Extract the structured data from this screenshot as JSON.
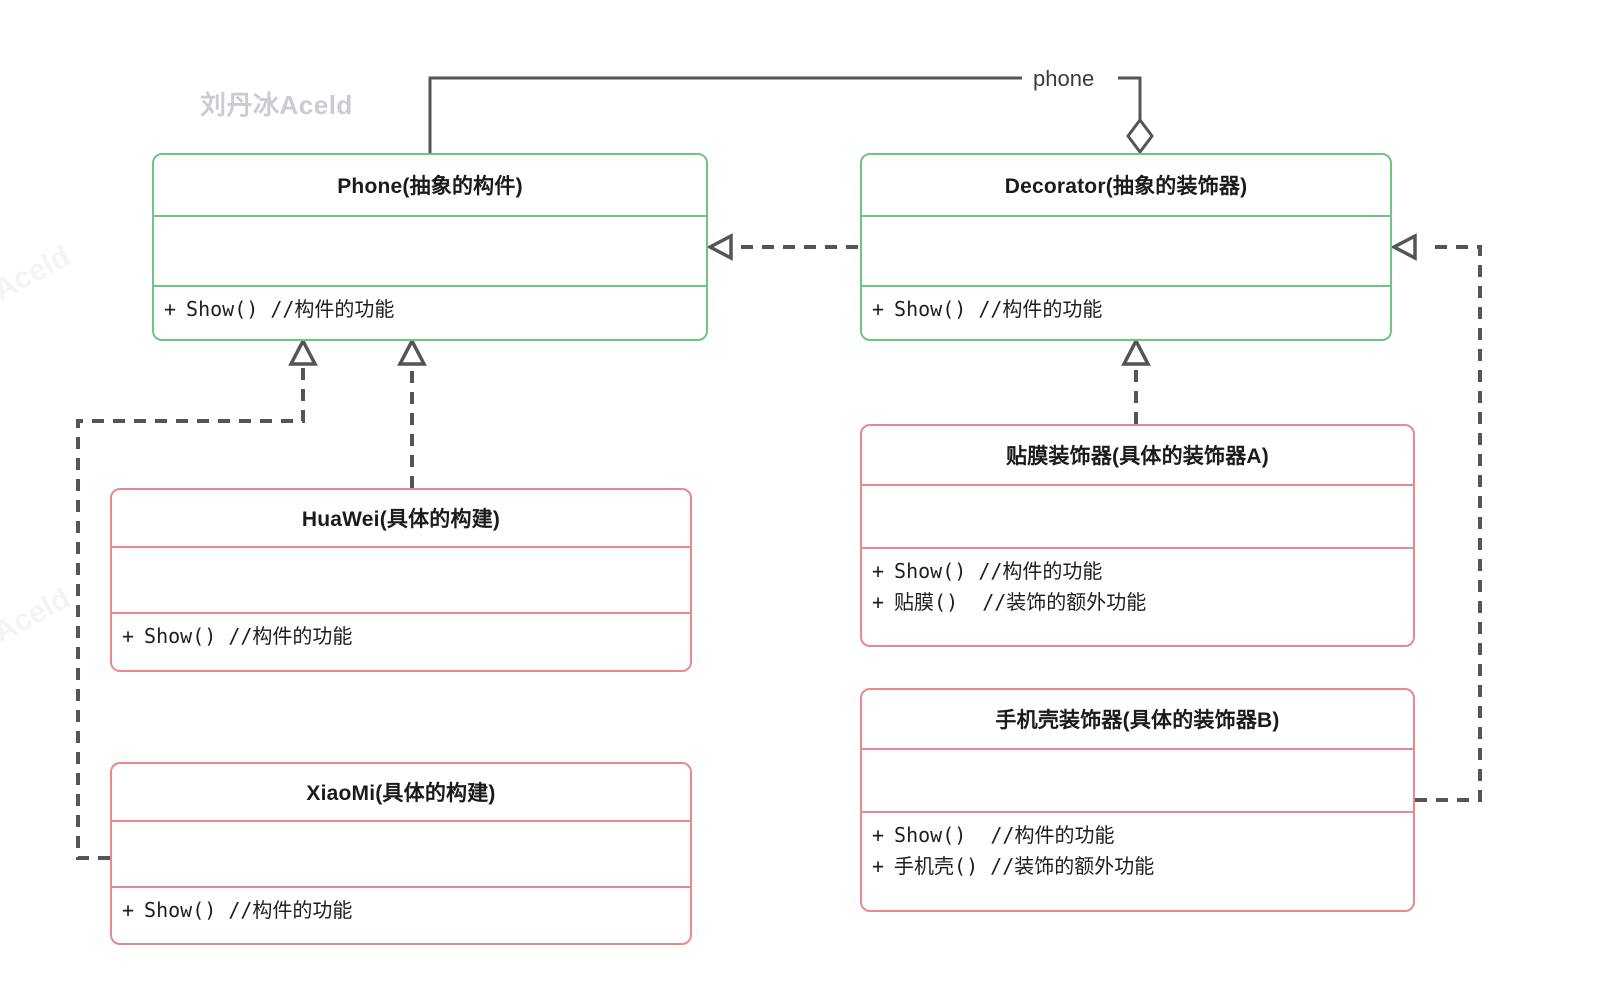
{
  "brand": "刘丹冰Aceld",
  "watermarks": [
    "Aceld",
    "Aceld"
  ],
  "diagram": {
    "type": "uml-class-diagram",
    "pattern": "Decorator",
    "colors": {
      "abstract_border": "#70c287",
      "concrete_border": "#e8898d",
      "edge": "#555555",
      "brand_text": "#c8ccd4",
      "background": "#ffffff"
    },
    "classes": [
      {
        "id": "phone",
        "title": "Phone(抽象的构件)",
        "stereotype": "abstract-component",
        "attributes": [],
        "operations": [
          {
            "visibility": "+",
            "text": "Show() //构件的功能"
          }
        ]
      },
      {
        "id": "decorator",
        "title": "Decorator(抽象的装饰器)",
        "stereotype": "abstract-decorator",
        "attributes": [],
        "operations": [
          {
            "visibility": "+",
            "text": "Show() //构件的功能"
          }
        ]
      },
      {
        "id": "huawei",
        "title": "HuaWei(具体的构建)",
        "stereotype": "concrete-component",
        "attributes": [],
        "operations": [
          {
            "visibility": "+",
            "text": "Show() //构件的功能"
          }
        ]
      },
      {
        "id": "xiaomi",
        "title": "XiaoMi(具体的构建)",
        "stereotype": "concrete-component",
        "attributes": [],
        "operations": [
          {
            "visibility": "+",
            "text": "Show() //构件的功能"
          }
        ]
      },
      {
        "id": "decoratorA",
        "title": "贴膜装饰器(具体的装饰器A)",
        "stereotype": "concrete-decorator",
        "attributes": [],
        "operations": [
          {
            "visibility": "+",
            "text": "Show() //构件的功能"
          },
          {
            "visibility": "+",
            "text": "贴膜()  //装饰的额外功能"
          }
        ]
      },
      {
        "id": "decoratorB",
        "title": "手机壳装饰器(具体的装饰器B)",
        "stereotype": "concrete-decorator",
        "attributes": [],
        "operations": [
          {
            "visibility": "+",
            "text": "Show()  //构件的功能"
          },
          {
            "visibility": "+",
            "text": "手机壳() //装饰的额外功能"
          }
        ]
      }
    ],
    "edges": [
      {
        "id": "aggregation-phone-decorator",
        "from": "phone",
        "to": "decorator",
        "kind": "aggregation",
        "label": "phone"
      },
      {
        "id": "realize-decorator-phone",
        "from": "decorator",
        "to": "phone",
        "kind": "realization",
        "label": ""
      },
      {
        "id": "realize-huawei-phone",
        "from": "huawei",
        "to": "phone",
        "kind": "realization",
        "label": ""
      },
      {
        "id": "realize-xiaomi-phone",
        "from": "xiaomi",
        "to": "phone",
        "kind": "realization",
        "label": ""
      },
      {
        "id": "realize-decoratorA-decorator",
        "from": "decoratorA",
        "to": "decorator",
        "kind": "realization",
        "label": ""
      },
      {
        "id": "realize-decoratorB-decorator",
        "from": "decoratorB",
        "to": "decorator",
        "kind": "realization",
        "label": ""
      }
    ]
  }
}
